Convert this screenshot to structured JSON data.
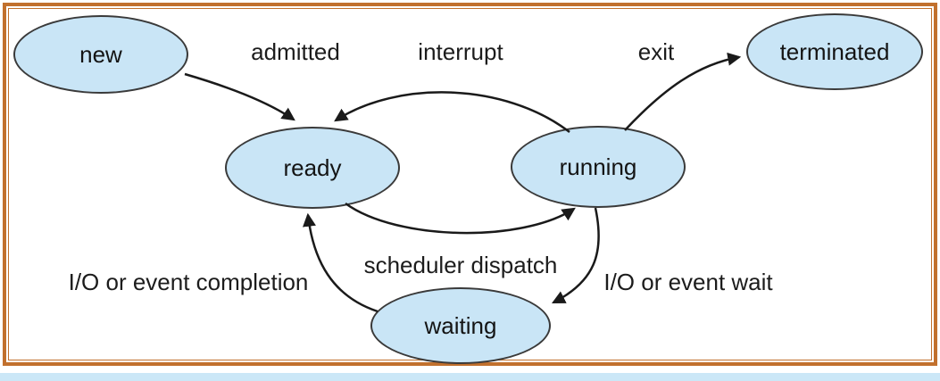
{
  "states": {
    "new": "new",
    "ready": "ready",
    "running": "running",
    "waiting": "waiting",
    "terminated": "terminated"
  },
  "transitions": {
    "admitted": "admitted",
    "interrupt": "interrupt",
    "exit": "exit",
    "scheduler_dispatch": "scheduler dispatch",
    "io_event_wait": "I/O or event wait",
    "io_event_completion": "I/O or event completion"
  },
  "transition_edges": [
    {
      "label": "admitted",
      "from": "new",
      "to": "ready"
    },
    {
      "label": "interrupt",
      "from": "running",
      "to": "ready"
    },
    {
      "label": "exit",
      "from": "running",
      "to": "terminated"
    },
    {
      "label": "scheduler dispatch",
      "from": "ready",
      "to": "running"
    },
    {
      "label": "I/O or event wait",
      "from": "running",
      "to": "waiting"
    },
    {
      "label": "I/O or event completion",
      "from": "waiting",
      "to": "ready"
    }
  ],
  "colors": {
    "state_fill": "#c9e5f6",
    "state_border": "#3a3a3a",
    "arrow": "#1a1a1a",
    "frame_border": "#c1702d",
    "bottom_strip": "#cbe7f7",
    "background": "#ffffff"
  }
}
